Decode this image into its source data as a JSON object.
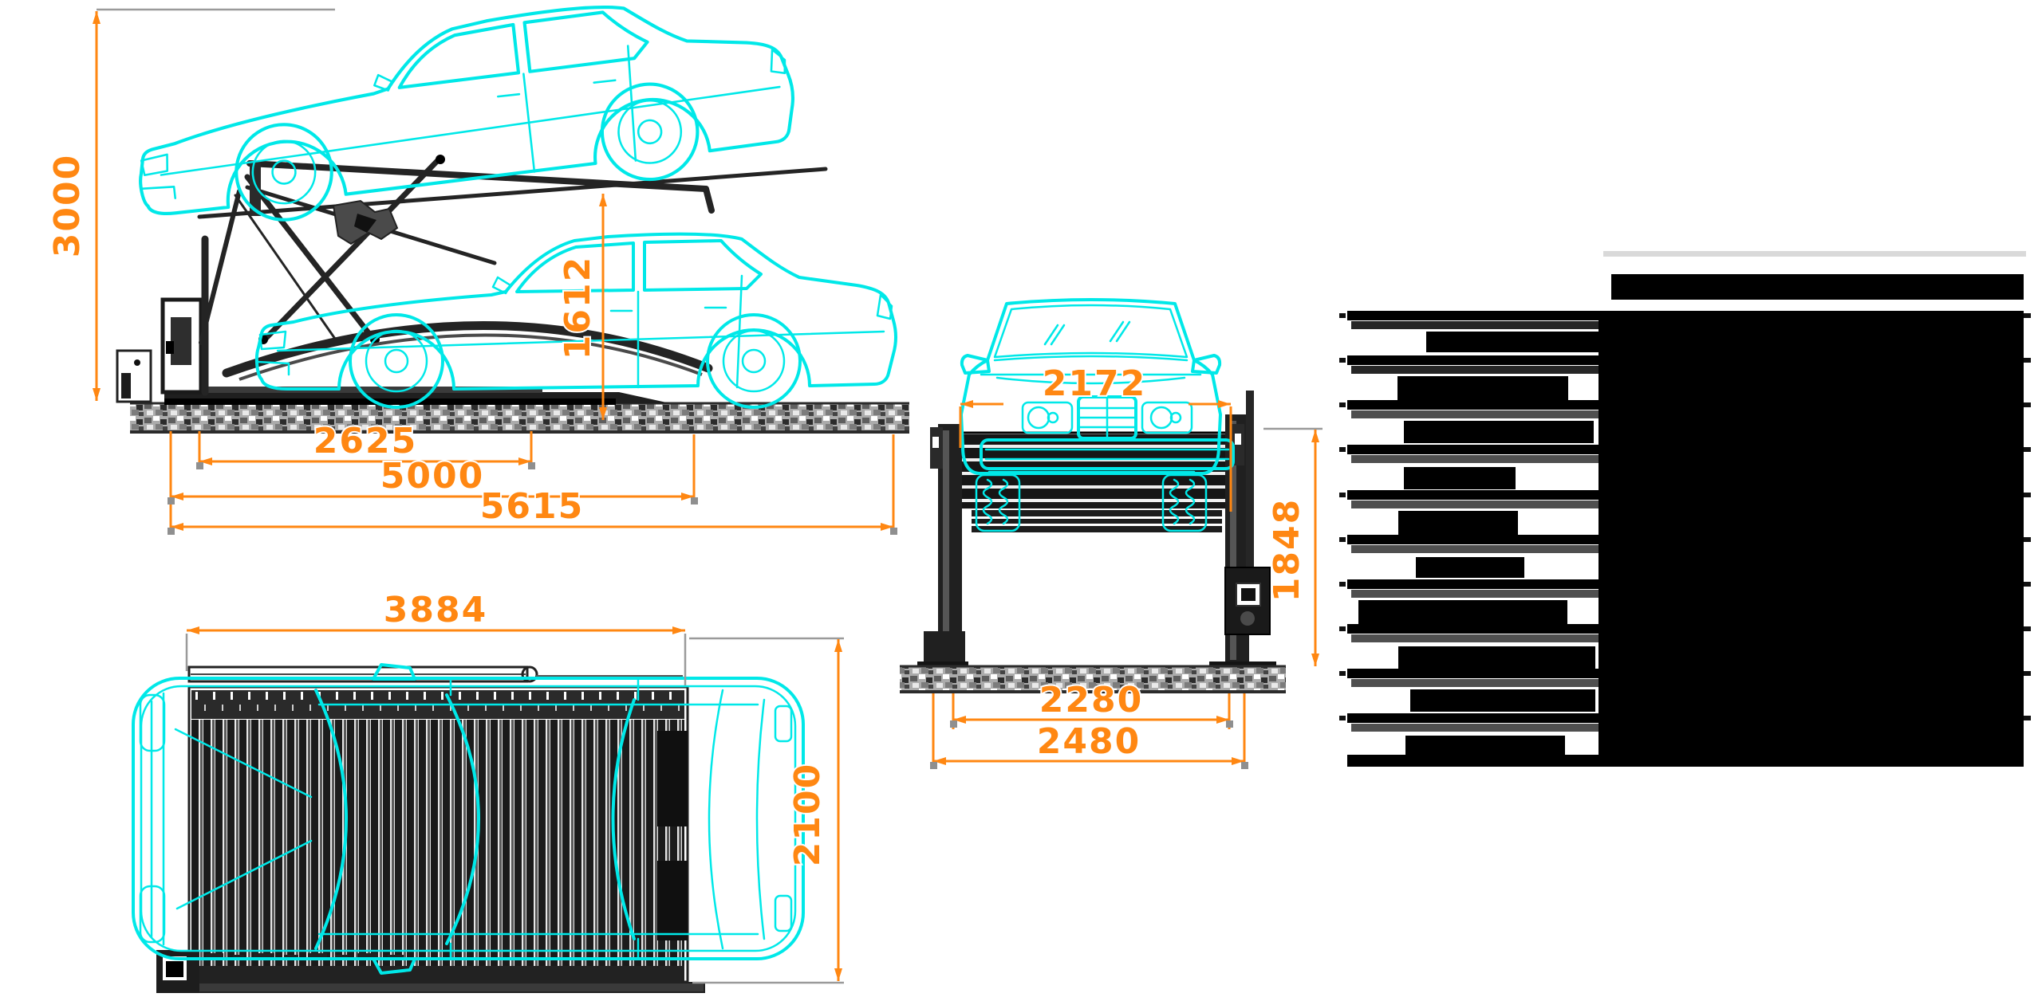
{
  "colors": {
    "car_outline_cyan": "#00e8e8",
    "dimension_orange": "#ff8712",
    "drawing_dark": "#242424",
    "extension_gray": "#9a9a9a",
    "hatch_gray": "#ababab",
    "redaction_black": "#000000",
    "redaction_gray": "#4f4f4f",
    "background": "#ffffff"
  },
  "dimensions": {
    "side_view": {
      "overall_height": "3000",
      "platform_clearance": "1612",
      "span_inner": "2625",
      "span_middle": "5000",
      "span_outer": "5615"
    },
    "front_view": {
      "car_width": "2172",
      "column_height": "1848",
      "width_inner": "2280",
      "width_outer": "2480"
    },
    "plan_view": {
      "platform_length": "3884",
      "platform_width": "2100"
    }
  },
  "redaction_table": {
    "blocks": [
      [
        2010,
        315,
        530,
        7,
        "#d9d9d9"
      ],
      [
        2020,
        344,
        517,
        32,
        "#000000"
      ],
      [
        2004,
        392,
        533,
        566,
        "#000000"
      ],
      [
        1689,
        947,
        848,
        15,
        "#000000"
      ],
      [
        1689,
        390,
        848,
        12,
        "#000000"
      ],
      [
        1694,
        403,
        310,
        10,
        "#262626"
      ],
      [
        1788,
        416,
        216,
        26,
        "#000000"
      ],
      [
        1679,
        393,
        8,
        6,
        "#111111"
      ],
      [
        2537,
        393,
        9,
        6,
        "#111111"
      ],
      [
        1689,
        446,
        848,
        12,
        "#000000"
      ],
      [
        1694,
        459,
        310,
        10,
        "#262626"
      ],
      [
        1752,
        472,
        214,
        30,
        "#000000"
      ],
      [
        1679,
        449,
        8,
        6,
        "#111111"
      ],
      [
        2537,
        449,
        9,
        6,
        "#111111"
      ],
      [
        1689,
        502,
        848,
        12,
        "#000000"
      ],
      [
        1694,
        515,
        310,
        10,
        "#4f4f4f"
      ],
      [
        1760,
        528,
        238,
        28,
        "#000000"
      ],
      [
        1679,
        505,
        8,
        6,
        "#111111"
      ],
      [
        2537,
        505,
        9,
        6,
        "#111111"
      ],
      [
        1689,
        558,
        848,
        12,
        "#000000"
      ],
      [
        1694,
        571,
        310,
        10,
        "#4f4f4f"
      ],
      [
        1760,
        586,
        140,
        28,
        "#000000"
      ],
      [
        1679,
        561,
        8,
        6,
        "#111111"
      ],
      [
        2537,
        561,
        9,
        6,
        "#111111"
      ],
      [
        1689,
        615,
        848,
        12,
        "#000000"
      ],
      [
        1694,
        628,
        310,
        10,
        "#4f4f4f"
      ],
      [
        1753,
        641,
        150,
        30,
        "#000000"
      ],
      [
        1679,
        618,
        8,
        6,
        "#111111"
      ],
      [
        2537,
        618,
        9,
        6,
        "#111111"
      ],
      [
        1689,
        671,
        848,
        12,
        "#000000"
      ],
      [
        1694,
        684,
        310,
        10,
        "#4f4f4f"
      ],
      [
        1775,
        699,
        136,
        26,
        "#000000"
      ],
      [
        1679,
        674,
        8,
        6,
        "#111111"
      ],
      [
        2537,
        674,
        9,
        6,
        "#111111"
      ],
      [
        1689,
        727,
        848,
        12,
        "#000000"
      ],
      [
        1694,
        740,
        310,
        10,
        "#4f4f4f"
      ],
      [
        1703,
        753,
        262,
        30,
        "#000000"
      ],
      [
        1679,
        730,
        8,
        6,
        "#111111"
      ],
      [
        2537,
        730,
        9,
        6,
        "#111111"
      ],
      [
        1689,
        783,
        848,
        12,
        "#000000"
      ],
      [
        1694,
        796,
        310,
        10,
        "#4f4f4f"
      ],
      [
        1753,
        811,
        247,
        28,
        "#000000"
      ],
      [
        1679,
        786,
        8,
        6,
        "#111111"
      ],
      [
        2537,
        786,
        9,
        6,
        "#111111"
      ],
      [
        1689,
        839,
        848,
        12,
        "#000000"
      ],
      [
        1694,
        852,
        310,
        10,
        "#4f4f4f"
      ],
      [
        1768,
        865,
        232,
        28,
        "#000000"
      ],
      [
        1679,
        842,
        8,
        6,
        "#111111"
      ],
      [
        2537,
        842,
        9,
        6,
        "#111111"
      ],
      [
        1689,
        895,
        848,
        12,
        "#000000"
      ],
      [
        1694,
        908,
        310,
        10,
        "#4f4f4f"
      ],
      [
        1762,
        923,
        200,
        26,
        "#000000"
      ],
      [
        1679,
        898,
        8,
        6,
        "#111111"
      ],
      [
        2537,
        898,
        9,
        6,
        "#111111"
      ]
    ]
  }
}
